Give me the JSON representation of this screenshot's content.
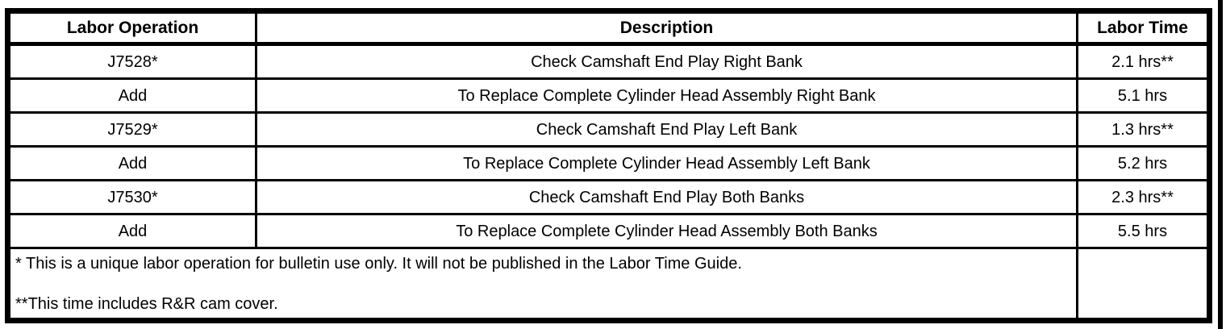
{
  "colors": {
    "border": "#000000",
    "text": "#000000",
    "background": "#ffffff"
  },
  "table": {
    "headers": {
      "labor_operation": "Labor Operation",
      "description": "Description",
      "labor_time": "Labor Time"
    },
    "rows": [
      {
        "operation": "J7528*",
        "description": "Check Camshaft End Play Right Bank",
        "time": "2.1 hrs**"
      },
      {
        "operation": "Add",
        "description": "To Replace Complete Cylinder Head Assembly Right Bank",
        "time": "5.1 hrs"
      },
      {
        "operation": "J7529*",
        "description": "Check Camshaft End Play Left Bank",
        "time": "1.3 hrs**"
      },
      {
        "operation": "Add",
        "description": "To Replace Complete Cylinder Head Assembly Left Bank",
        "time": "5.2 hrs"
      },
      {
        "operation": "J7530*",
        "description": "Check Camshaft End Play Both Banks",
        "time": "2.3 hrs**"
      },
      {
        "operation": "Add",
        "description": "To Replace Complete Cylinder Head Assembly Both Banks",
        "time": "5.5 hrs"
      }
    ],
    "footnotes": {
      "unique_operation_note": "* This is a unique labor operation for bulletin use only. It will not be published in the Labor Time Guide.",
      "time_includes_note": "**This time includes R&R cam cover."
    }
  }
}
